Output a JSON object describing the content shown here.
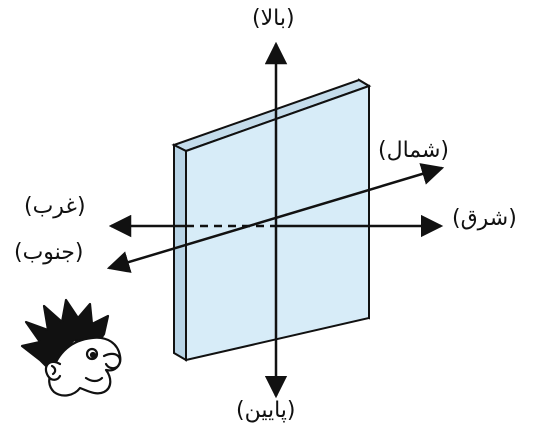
{
  "directions": {
    "up": "(بالا)",
    "down": "(پایین)",
    "east": "(شرق)",
    "west": "(غرب)",
    "north": "(شمال)",
    "south": "(جنوب)"
  },
  "colors": {
    "plate_face": "#d7ecf8",
    "plate_edge": "#b8d4e6",
    "line": "#111111",
    "background": "#ffffff"
  },
  "icons": {
    "observer": "cartoon-person-head-icon"
  }
}
